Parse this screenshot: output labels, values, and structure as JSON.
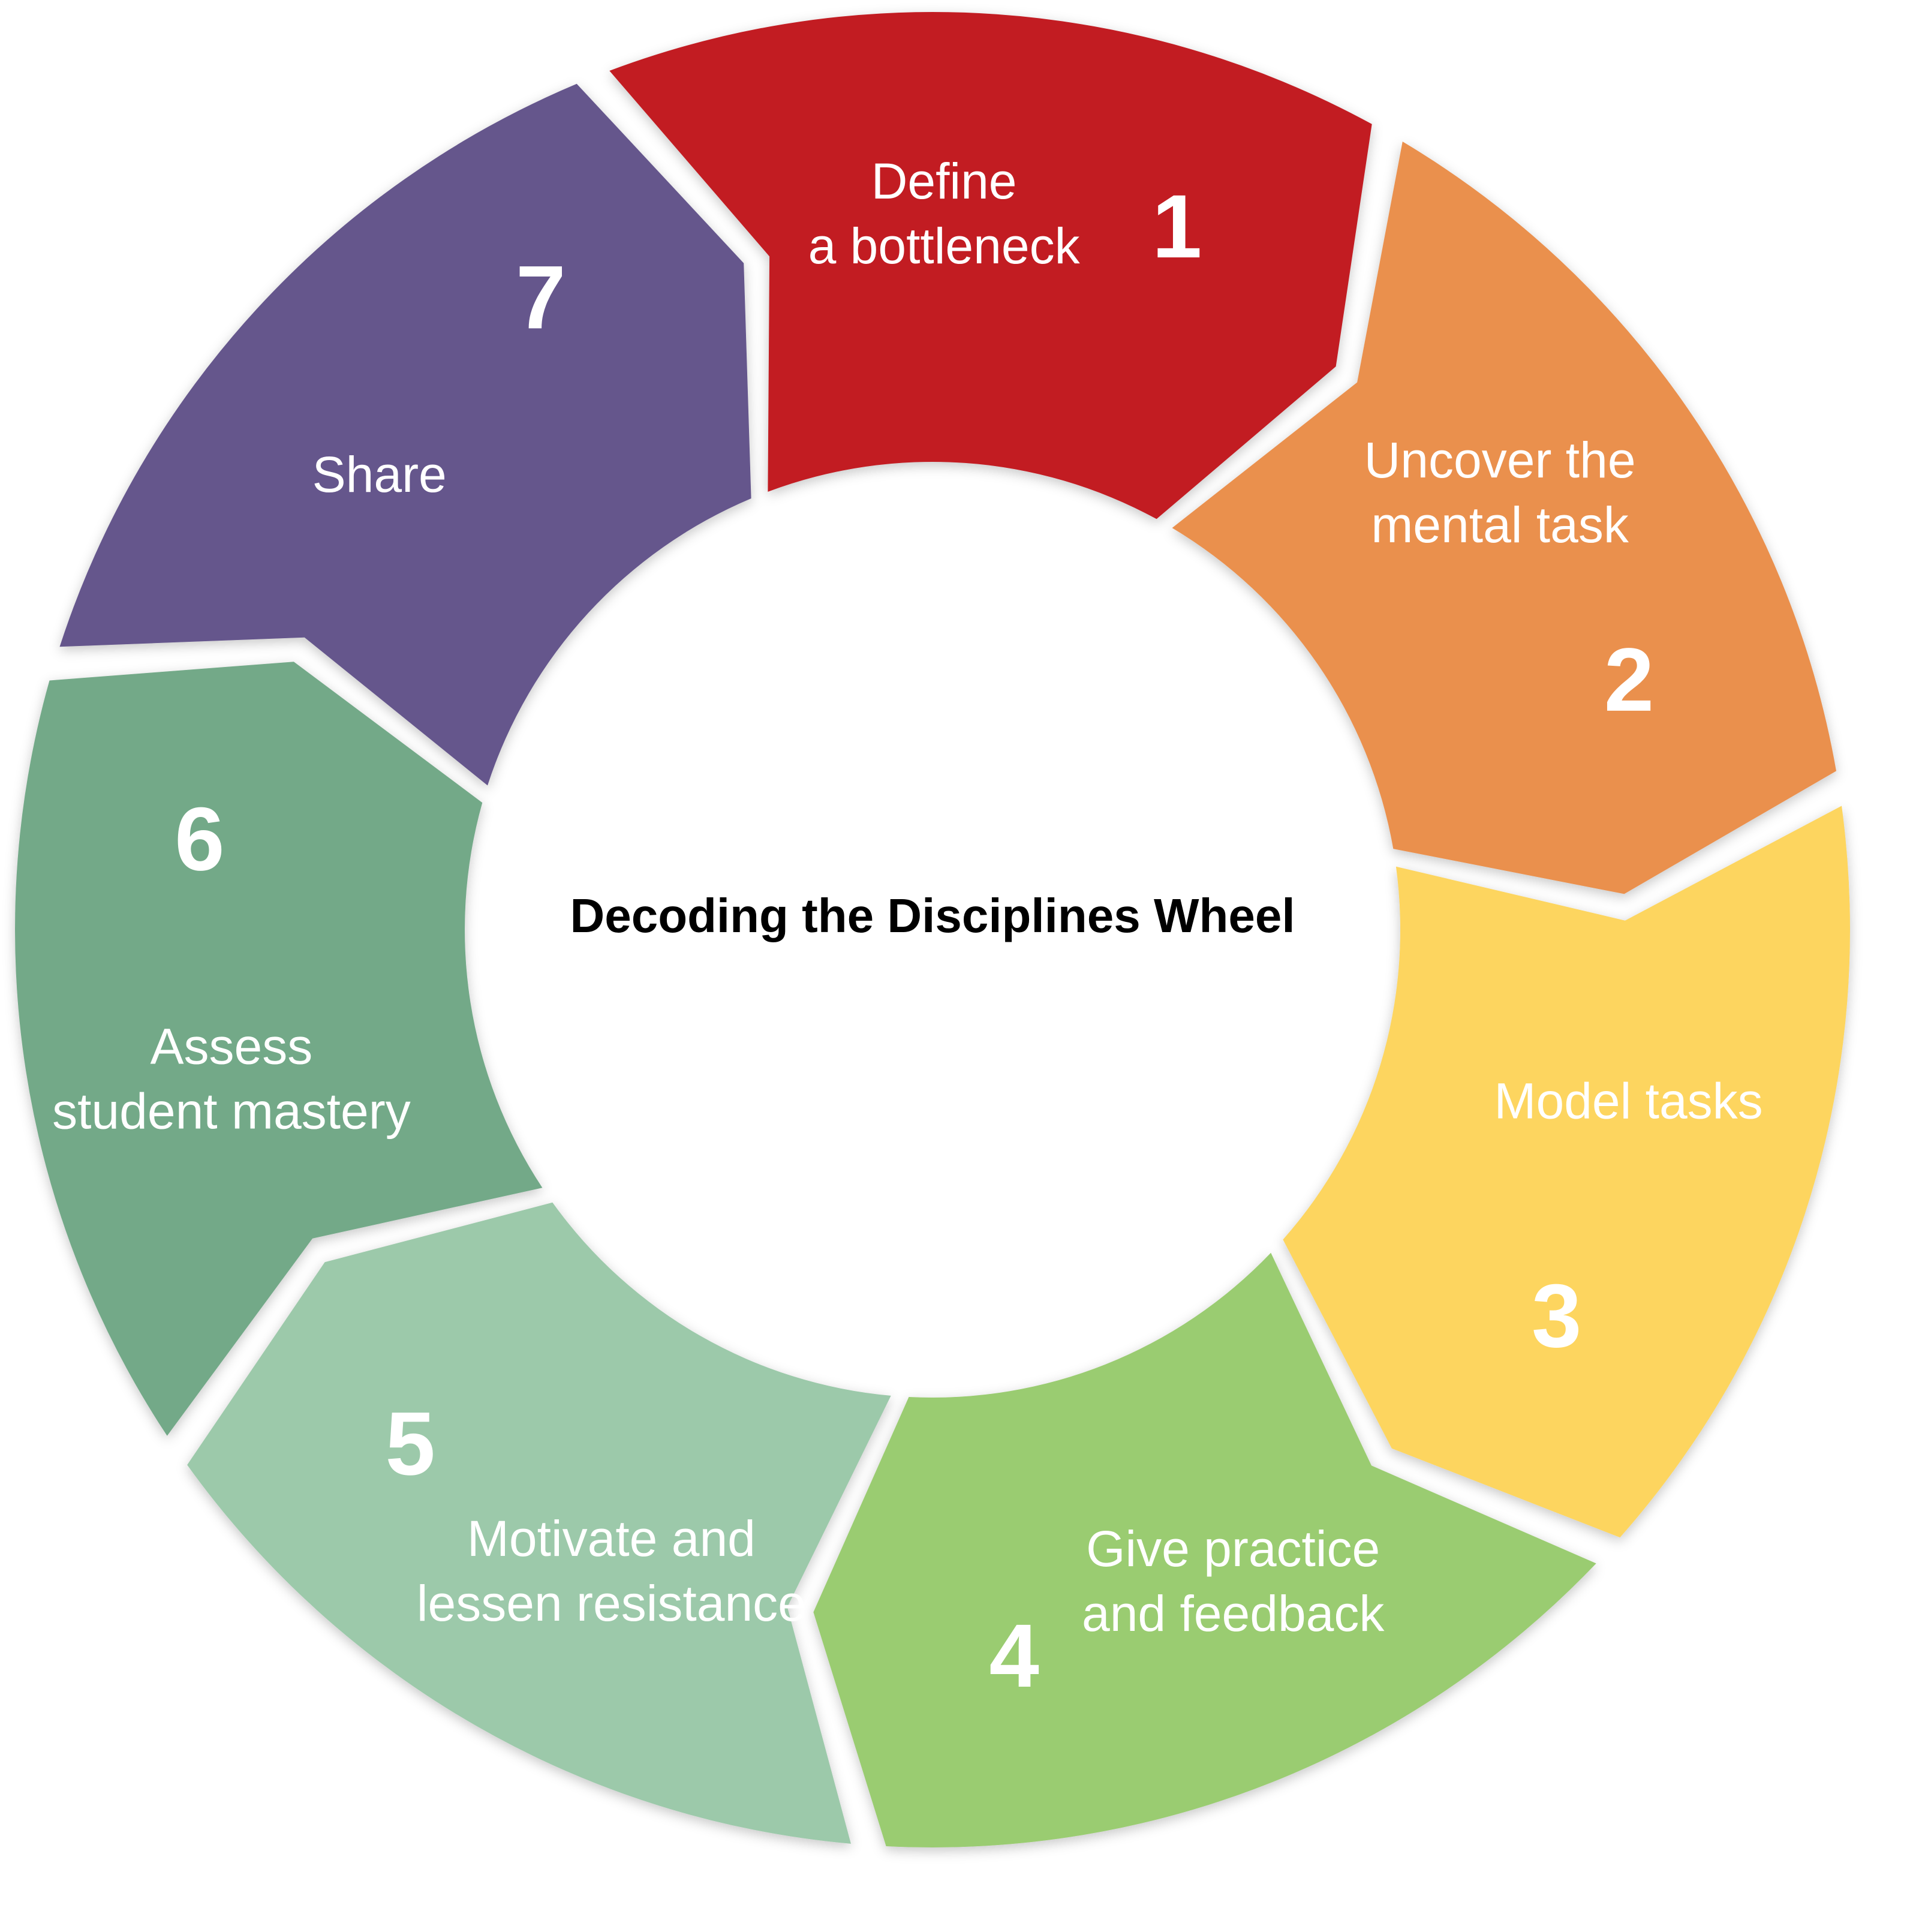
{
  "title": "Decoding the Disciplines Wheel",
  "steps": [
    {
      "number": "1",
      "label_lines": [
        "Define",
        "a bottleneck"
      ],
      "color": "#C21C24"
    },
    {
      "number": "2",
      "label_lines": [
        "Uncover the",
        "mental task"
      ],
      "color": "#EA904E"
    },
    {
      "number": "3",
      "label_lines": [
        "Model tasks"
      ],
      "color": "#FDD55E"
    },
    {
      "number": "4",
      "label_lines": [
        "Give practice",
        "and feedback"
      ],
      "color": "#9ACC71"
    },
    {
      "number": "5",
      "label_lines": [
        "Motivate and",
        "lessen resistance"
      ],
      "color": "#9CC9AA"
    },
    {
      "number": "6",
      "label_lines": [
        "Assess",
        "student mastery"
      ],
      "color": "#73A988"
    },
    {
      "number": "7",
      "label_lines": [
        "Share"
      ],
      "color": "#65568C"
    }
  ]
}
